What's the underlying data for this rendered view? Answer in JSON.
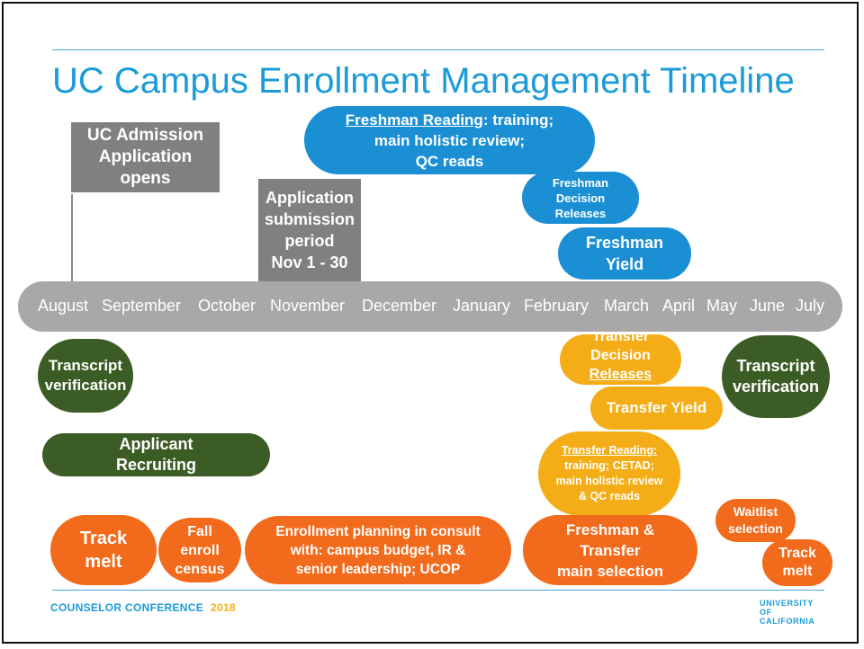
{
  "title": "UC Campus Enrollment Management Timeline",
  "timeline": {
    "months": [
      "August",
      "September",
      "October",
      "November",
      "December",
      "January",
      "February",
      "March",
      "April",
      "May",
      "June",
      "July"
    ]
  },
  "above": {
    "app_opens": [
      "UC Admission",
      "Application",
      "opens"
    ],
    "submission": [
      "Application",
      "submission",
      "period",
      "Nov 1 - 30"
    ],
    "freshman_reading": {
      "underlined": "Freshman Reading",
      "rest": ": training;",
      "line2": "main holistic review;",
      "line3": "QC reads"
    },
    "freshman_decision": [
      "Freshman",
      "Decision",
      "Releases"
    ],
    "freshman_yield": [
      "Freshman",
      "Yield"
    ]
  },
  "below": {
    "transcript_left": [
      "Transcript",
      "verification"
    ],
    "transcript_right": [
      "Transcript",
      "verification"
    ],
    "applicant_recruiting": [
      "Applicant",
      "Recruiting"
    ],
    "transfer_decision": [
      "Transfer",
      "Decision",
      "Releases"
    ],
    "transfer_yield": "Transfer Yield",
    "transfer_reading": {
      "underlined": "Transfer Reading:",
      "line2": "training; CETAD;",
      "line3": "main holistic review",
      "line4": "& QC reads"
    },
    "track_melt_left": [
      "Track",
      "melt"
    ],
    "fall_census": [
      "Fall",
      "enroll",
      "census"
    ],
    "enrollment_planning": [
      "Enrollment planning in consult",
      "with: campus budget, IR &",
      "senior leadership; UCOP"
    ],
    "main_selection": [
      "Freshman &",
      "Transfer",
      "main selection"
    ],
    "waitlist": [
      "Waitlist",
      "selection"
    ],
    "track_melt_right": [
      "Track",
      "melt"
    ]
  },
  "footer": {
    "conference": "COUNSELOR CONFERENCE",
    "year": "2018",
    "logo": [
      "UNIVERSITY",
      "OF",
      "CALIFORNIA"
    ]
  },
  "colors": {
    "title_blue": "#1b9bd8",
    "freshman_blue": "#1b8fd3",
    "transfer_gold": "#f5ad17",
    "recruiting_green": "#3b5c24",
    "operations_orange": "#f26a1b",
    "timeline_gray": "#a8a8a8"
  }
}
